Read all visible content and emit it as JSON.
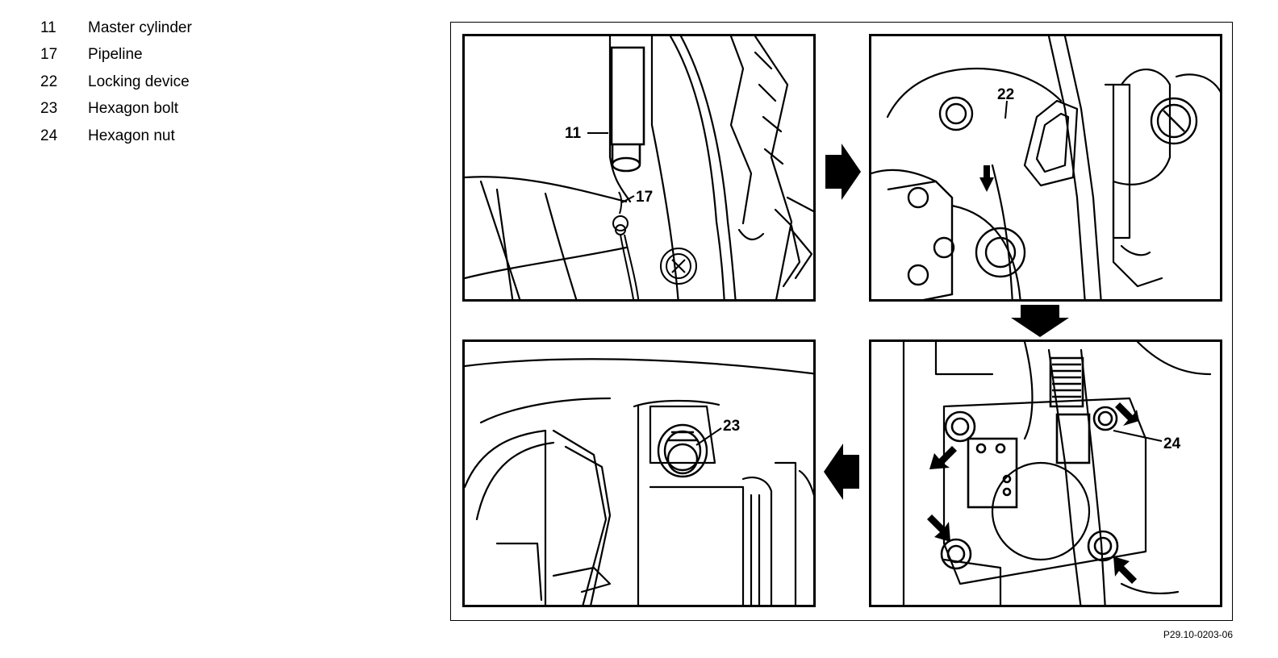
{
  "legend": [
    {
      "num": "11",
      "label": "Master cylinder"
    },
    {
      "num": "17",
      "label": "Pipeline"
    },
    {
      "num": "22",
      "label": "Locking device"
    },
    {
      "num": "23",
      "label": "Hexagon bolt"
    },
    {
      "num": "24",
      "label": "Hexagon nut"
    }
  ],
  "figure": {
    "id": "P29.10-0203-06",
    "callouts": {
      "c11": "11",
      "c17": "17",
      "c22": "22",
      "c23": "23",
      "c24": "24"
    }
  }
}
